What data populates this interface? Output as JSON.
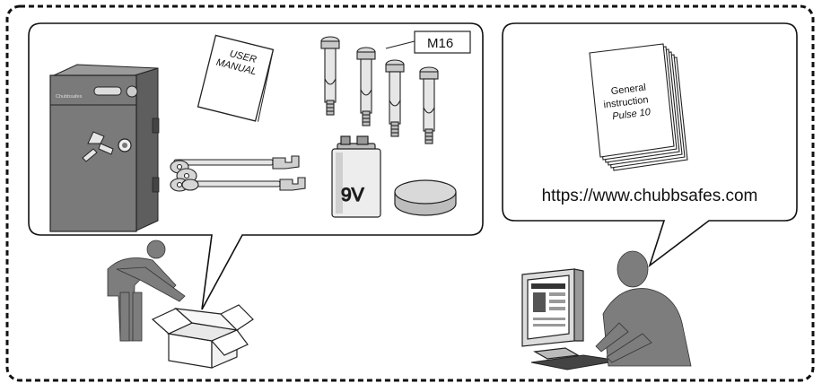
{
  "left_panel": {
    "manual_label_line1": "USER",
    "manual_label_line2": "MANUAL",
    "bolt_callout": "M16",
    "battery_label": "9V",
    "safe_brand": "Chubbsafes"
  },
  "right_panel": {
    "booklet_line1": "General",
    "booklet_line2": "instruction",
    "booklet_line3": "Pulse 10",
    "url": "https://www.chubbsafes.com"
  },
  "colors": {
    "border": "#111111",
    "safe_body": "#7a7a7a",
    "figure": "#7d7d7d",
    "outline": "#222222"
  }
}
